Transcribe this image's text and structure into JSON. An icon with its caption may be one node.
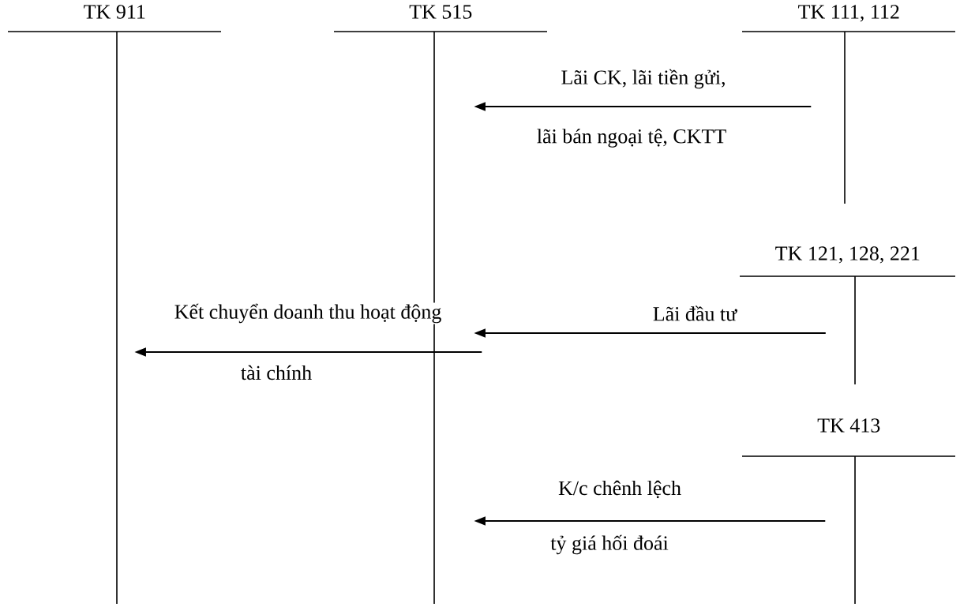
{
  "diagram": {
    "nodes": [
      {
        "text": [
          "TK 911"
        ]
      },
      {
        "text": [
          "TK 515"
        ]
      },
      {
        "text": [
          "TK 111, 112"
        ]
      },
      {
        "text": [
          "TK 121, 128, 221"
        ]
      },
      {
        "text": [
          "TK 413"
        ]
      }
    ],
    "edges": [
      {
        "from": 2,
        "to": 1,
        "arrow": "to",
        "label": "Lãi CK, lãi tiền gửi,"
      },
      {
        "from": 3,
        "to": 1,
        "arrow": "to",
        "label": "Lãi đầu tư"
      },
      {
        "from": 1,
        "to": 0,
        "arrow": "to",
        "label": "Kết chuyển doanh thu hoạt động"
      },
      {
        "from": 4,
        "to": 1,
        "arrow": "to",
        "label": "K/c chênh lệch"
      }
    ],
    "labels": [
      "lãi bán ngoại tệ, CKTT",
      "tài chính",
      "tỷ giá hối đoái"
    ]
  }
}
